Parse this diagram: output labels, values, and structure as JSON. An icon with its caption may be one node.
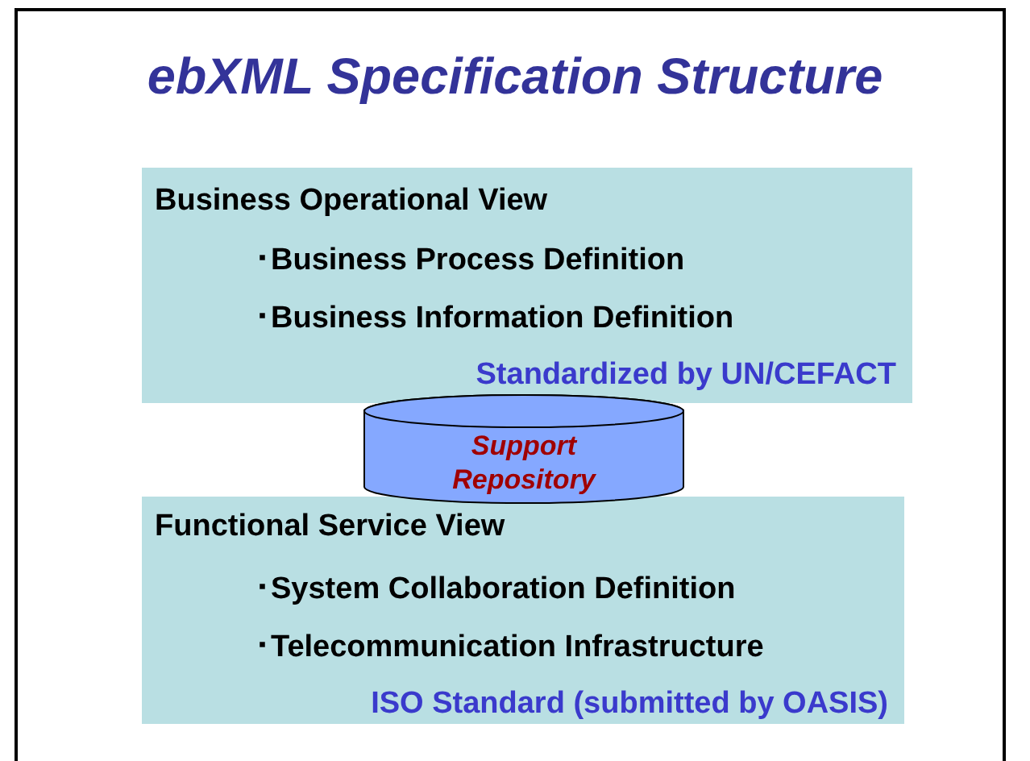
{
  "diagram": {
    "title": "ebXML Specification Structure",
    "nodes": [
      {
        "text": [
          "Business Operational View",
          "･Business Process Definition",
          "･Business Information Definition",
          "Standardized by UN/CEFACT"
        ]
      },
      {
        "text": [
          "Support Repository"
        ]
      },
      {
        "text": [
          "Functional Service View",
          "･System Collaboration Definition",
          "･Telecommunication Infrastructure",
          "ISO Standard (submitted by OASIS)"
        ]
      }
    ]
  }
}
